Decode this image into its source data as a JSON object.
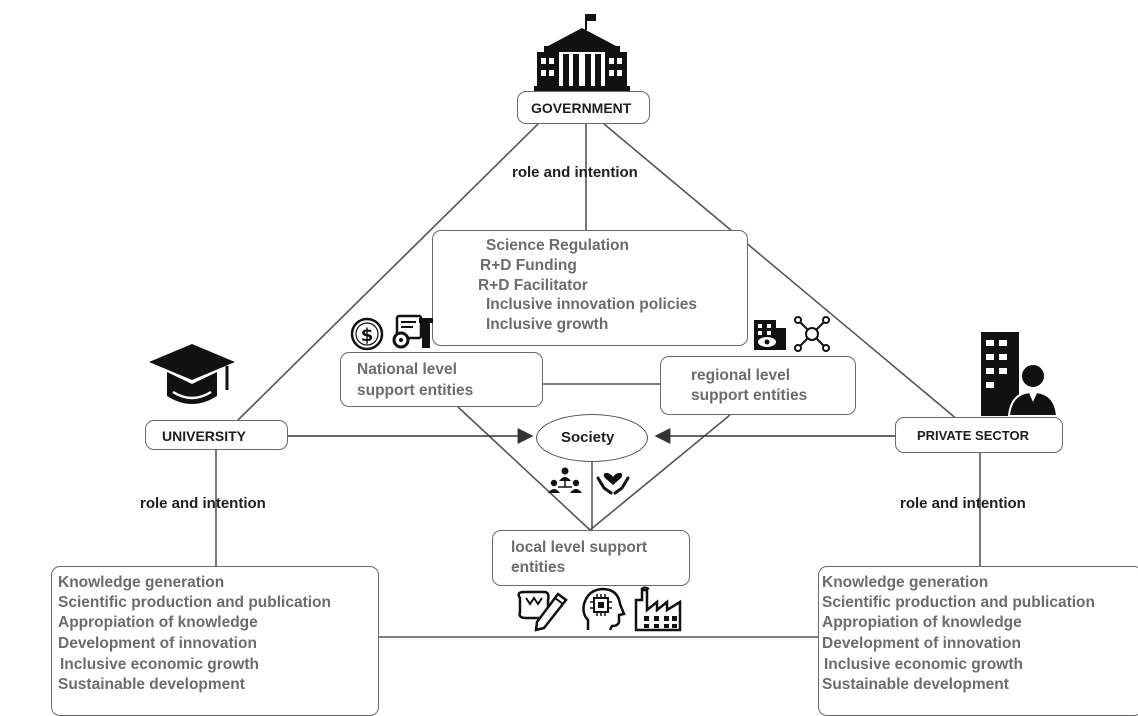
{
  "nodes": {
    "government": "GOVERNMENT",
    "university": "UNIVERSITY",
    "private_sector": "PRIVATE SECTOR",
    "society": "Society",
    "national": [
      "National level",
      "support entities"
    ],
    "regional": [
      "regional level",
      "support entities"
    ],
    "local": [
      "local level support",
      "entities"
    ]
  },
  "edge_labels": {
    "government": "role and intention",
    "university": "role and intention",
    "private_sector": "role and intention"
  },
  "government_roles": [
    "Science Regulation",
    "R+D Funding",
    "R+D Facilitator",
    "Inclusive innovation policies",
    "Inclusive growth"
  ],
  "university_roles": [
    "Knowledge generation",
    "Scientific production and publication",
    "Appropiation of knowledge",
    "Development of innovation",
    "Inclusive economic growth",
    "Sustainable development"
  ],
  "private_roles": [
    "Knowledge generation",
    "Scientific production and publication",
    "Appropiation of knowledge",
    "Development of innovation",
    "Inclusive economic growth",
    "Sustainable development"
  ],
  "icons": {
    "government": "government-building-icon",
    "university": "graduation-cap-icon",
    "private_sector": "office-building-person-icon",
    "national": [
      "dollar-coin-icon",
      "certificate-gear-icon"
    ],
    "regional": [
      "building-eye-icon",
      "network-nodes-icon"
    ],
    "society": [
      "people-group-icon",
      "hands-heart-icon"
    ],
    "local": [
      "idea-pencil-icon",
      "head-chip-icon",
      "factory-icon"
    ]
  },
  "colors": {
    "line": "#555555",
    "box_border": "#6a6a6a",
    "text_gray": "#6e6e6e",
    "text_dark": "#1e1e1e"
  }
}
